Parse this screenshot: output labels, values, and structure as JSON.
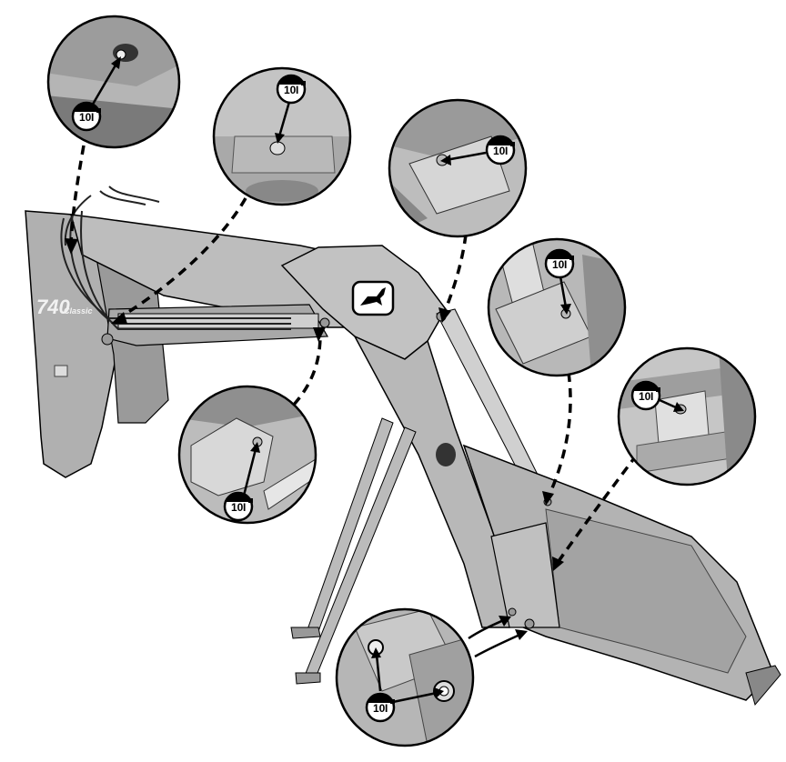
{
  "model_label": {
    "number": "740",
    "suffix": "Classic"
  },
  "lube_badge": {
    "interval": "10",
    "glyph": "I",
    "meaning": "lubricate-every-10-hours"
  },
  "callouts": [
    {
      "id": "top-left-fitting",
      "badge_text": "10"
    },
    {
      "id": "top-center-fitting",
      "badge_text": "10"
    },
    {
      "id": "upper-right-fitting",
      "badge_text": "10"
    },
    {
      "id": "cylinder-upper-fitting",
      "badge_text": "10"
    },
    {
      "id": "bucket-pivot-fitting",
      "badge_text": "10"
    },
    {
      "id": "mid-left-fitting",
      "badge_text": "10"
    },
    {
      "id": "bottom-fittings",
      "badge_text": "10"
    }
  ],
  "colors": {
    "machine": "#b5b5b5",
    "machine_dark": "#8c8c8c",
    "machine_light": "#d2d2d2",
    "outline": "#000000",
    "background": "#ffffff"
  }
}
